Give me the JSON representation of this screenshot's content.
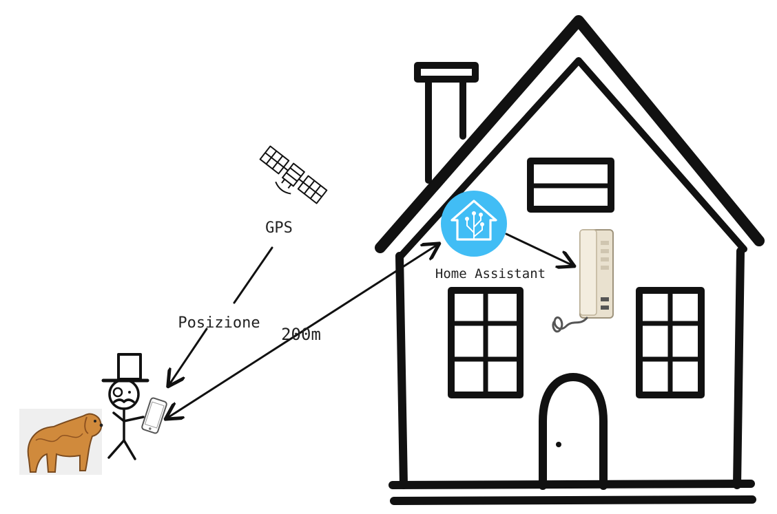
{
  "labels": {
    "gps": "GPS",
    "position": "Posizione",
    "distance": "200m",
    "home_assistant": "Home Assistant"
  },
  "colors": {
    "ink": "#111111",
    "ha_blue": "#41BDF5",
    "intercom_body": "#E9E1CF",
    "intercom_shadow": "#BFB39A",
    "dog_fur": "#D08A3C"
  },
  "icons": [
    "satellite-icon",
    "home-assistant-logo",
    "intercom-icon",
    "smartphone-icon",
    "stick-figure",
    "dog-drawing",
    "house-drawing"
  ]
}
